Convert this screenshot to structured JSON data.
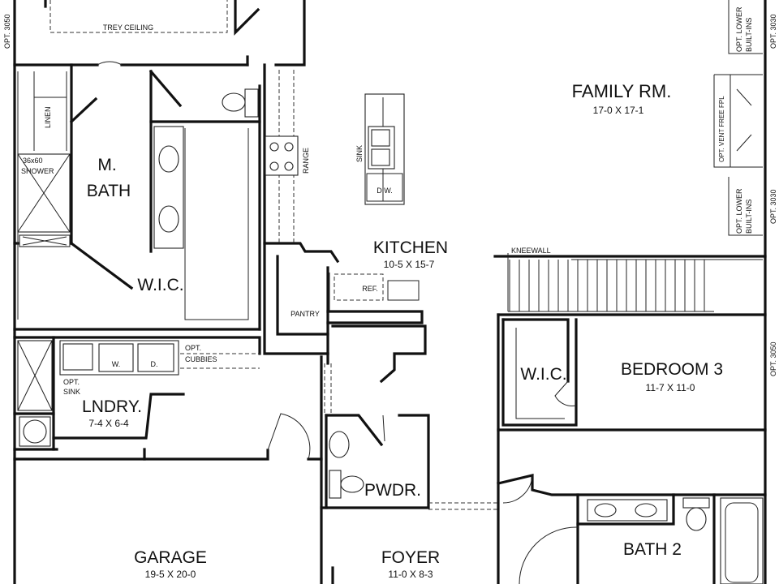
{
  "plan": {
    "rooms": {
      "family": {
        "name": "FAMILY RM.",
        "dims": "17-0 X 17-1"
      },
      "kitchen": {
        "name": "KITCHEN",
        "dims": "10-5 X 15-7"
      },
      "mbath": {
        "name1": "M.",
        "name2": "BATH"
      },
      "wic": {
        "name": "W.I.C."
      },
      "wic2": {
        "name": "W.I.C."
      },
      "bedroom3": {
        "name": "BEDROOM 3",
        "dims": "11-7 X 11-0"
      },
      "lndry": {
        "name": "LNDRY.",
        "dims": "7-4 X 6-4"
      },
      "garage": {
        "name": "GARAGE",
        "dims": "19-5 X 20-0"
      },
      "foyer": {
        "name": "FOYER",
        "dims": "11-0 X 8-3"
      },
      "pwdr": {
        "name": "PWDR."
      },
      "bath2": {
        "name": "BATH 2"
      },
      "pantry": {
        "name": "PANTRY"
      }
    },
    "labels": {
      "trey_ceiling": "TREY CEILING",
      "linen": "LINEN",
      "shower_size": "36x60",
      "shower": "SHOWER",
      "range": "RANGE",
      "sink": "SINK",
      "dw": "D.W.",
      "ref": "REF.",
      "kneewall": "KNEEWALL",
      "washer": "W.",
      "dryer": "D.",
      "opt_sink_1": "OPT.",
      "opt_sink_2": "SINK",
      "opt_cubbies_1": "OPT.",
      "opt_cubbies_2": "CUBBIES",
      "opt_lower_builtins_1": "OPT. LOWER",
      "opt_lower_builtins_2": "BUILT-INS",
      "opt_vent_free_fpl": "OPT. VENT FREE FPL",
      "opt_3050": "OPT. 3050",
      "opt_3030": "OPT. 3030"
    }
  }
}
